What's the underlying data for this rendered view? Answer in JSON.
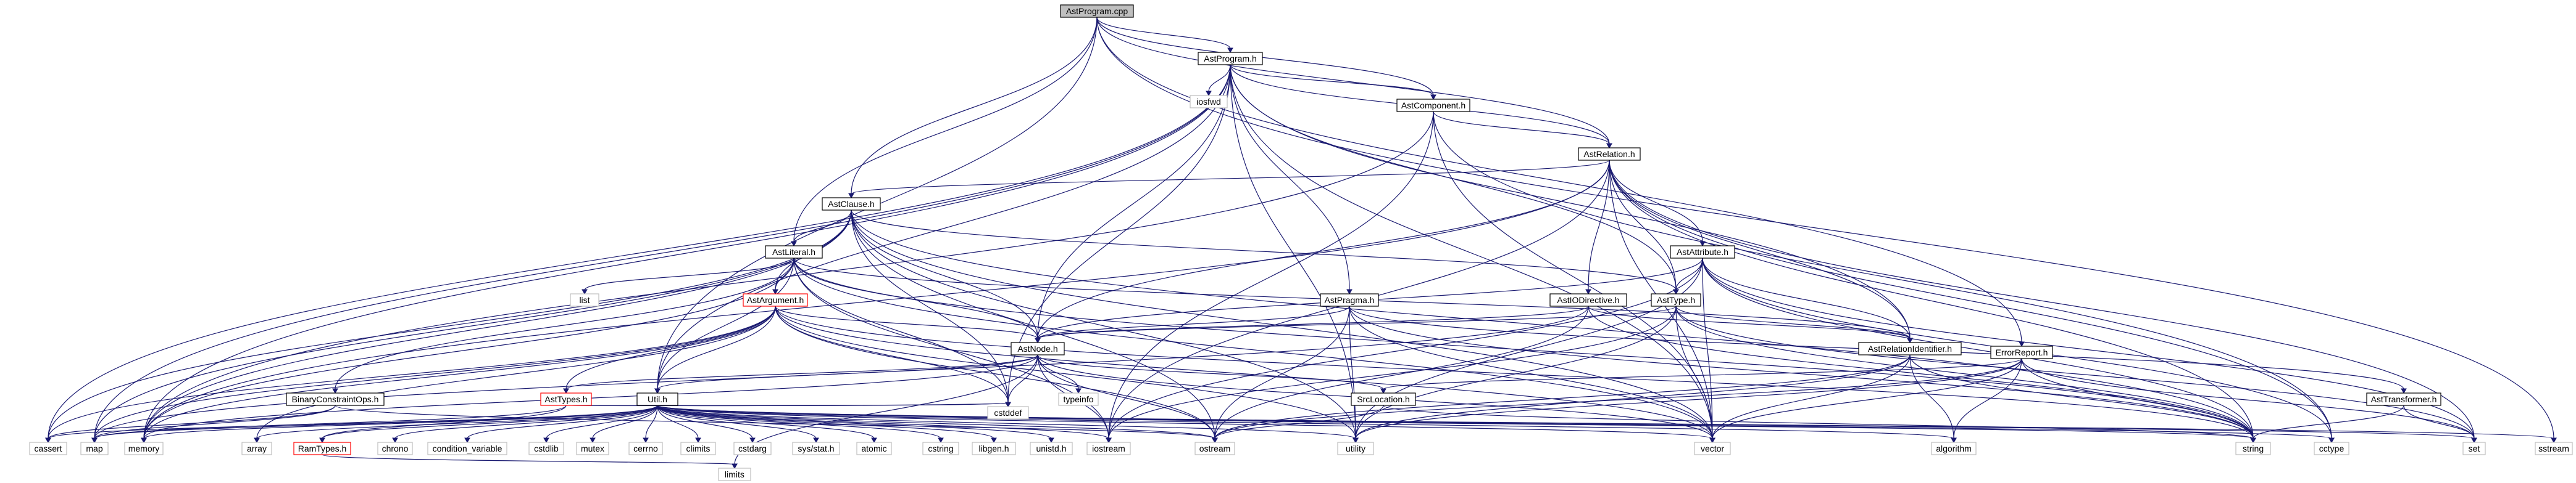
{
  "nodes": {
    "astprogram_cpp": {
      "label": "AstProgram.cpp",
      "style": "root"
    },
    "astprogram_h": {
      "label": "AstProgram.h",
      "style": "linked"
    },
    "iosfwd": {
      "label": "iosfwd",
      "style": "plain"
    },
    "astcomponent_h": {
      "label": "AstComponent.h",
      "style": "linked"
    },
    "astrelation_h": {
      "label": "AstRelation.h",
      "style": "linked"
    },
    "astclause_h": {
      "label": "AstClause.h",
      "style": "linked"
    },
    "astliteral_h": {
      "label": "AstLiteral.h",
      "style": "linked"
    },
    "astattribute_h": {
      "label": "AstAttribute.h",
      "style": "linked"
    },
    "astargument_h": {
      "label": "AstArgument.h",
      "style": "red"
    },
    "astpragma_h": {
      "label": "AstPragma.h",
      "style": "linked"
    },
    "astiodirective_h": {
      "label": "AstIODirective.h",
      "style": "linked"
    },
    "asttype_h": {
      "label": "AstType.h",
      "style": "linked"
    },
    "list": {
      "label": "list",
      "style": "plain"
    },
    "astnode_h": {
      "label": "AstNode.h",
      "style": "linked"
    },
    "astrelid_h": {
      "label": "AstRelationIdentifier.h",
      "style": "linked"
    },
    "errorreport_h": {
      "label": "ErrorReport.h",
      "style": "linked"
    },
    "binconstr_h": {
      "label": "BinaryConstraintOps.h",
      "style": "linked"
    },
    "asttypes_h": {
      "label": "AstTypes.h",
      "style": "red"
    },
    "util_h": {
      "label": "Util.h",
      "style": "linked"
    },
    "cstddef": {
      "label": "cstddef",
      "style": "plain"
    },
    "typeinfo": {
      "label": "typeinfo",
      "style": "plain"
    },
    "srclocation_h": {
      "label": "SrcLocation.h",
      "style": "linked"
    },
    "asttransformer_h": {
      "label": "AstTransformer.h",
      "style": "linked"
    },
    "cassert": {
      "label": "cassert",
      "style": "plain"
    },
    "map": {
      "label": "map",
      "style": "plain"
    },
    "memory": {
      "label": "memory",
      "style": "plain"
    },
    "array": {
      "label": "array",
      "style": "plain"
    },
    "ramtypes_h": {
      "label": "RamTypes.h",
      "style": "red"
    },
    "chrono": {
      "label": "chrono",
      "style": "plain"
    },
    "condvar": {
      "label": "condition_variable",
      "style": "plain"
    },
    "cstdlib": {
      "label": "cstdlib",
      "style": "plain"
    },
    "mutex": {
      "label": "mutex",
      "style": "plain"
    },
    "cerrno": {
      "label": "cerrno",
      "style": "plain"
    },
    "climits": {
      "label": "climits",
      "style": "plain"
    },
    "cstdarg": {
      "label": "cstdarg",
      "style": "plain"
    },
    "sysstat_h": {
      "label": "sys/stat.h",
      "style": "plain"
    },
    "atomic": {
      "label": "atomic",
      "style": "plain"
    },
    "cstring": {
      "label": "cstring",
      "style": "plain"
    },
    "libgen_h": {
      "label": "libgen.h",
      "style": "plain"
    },
    "unistd_h": {
      "label": "unistd.h",
      "style": "plain"
    },
    "iostream": {
      "label": "iostream",
      "style": "plain"
    },
    "ostream": {
      "label": "ostream",
      "style": "plain"
    },
    "utility": {
      "label": "utility",
      "style": "plain"
    },
    "vector": {
      "label": "vector",
      "style": "plain"
    },
    "algorithm": {
      "label": "algorithm",
      "style": "plain"
    },
    "string": {
      "label": "string",
      "style": "plain"
    },
    "set": {
      "label": "set",
      "style": "plain"
    },
    "cctype": {
      "label": "cctype",
      "style": "plain"
    },
    "sstream": {
      "label": "sstream",
      "style": "plain"
    },
    "limits": {
      "label": "limits",
      "style": "plain"
    }
  },
  "edges": [
    [
      "astprogram_cpp",
      "astprogram_h"
    ],
    [
      "astprogram_cpp",
      "astcomponent_h"
    ],
    [
      "astprogram_cpp",
      "astrelation_h"
    ],
    [
      "astprogram_cpp",
      "astclause_h"
    ],
    [
      "astprogram_cpp",
      "errorreport_h"
    ],
    [
      "astprogram_cpp",
      "sstream"
    ],
    [
      "astprogram_cpp",
      "astliteral_h"
    ],
    [
      "astprogram_cpp",
      "util_h"
    ],
    [
      "astprogram_h",
      "iosfwd"
    ],
    [
      "astprogram_h",
      "astcomponent_h"
    ],
    [
      "astprogram_h",
      "astrelation_h"
    ],
    [
      "astprogram_h",
      "astpragma_h"
    ],
    [
      "astprogram_h",
      "asttype_h"
    ],
    [
      "astprogram_h",
      "astnode_h"
    ],
    [
      "astprogram_h",
      "astrelid_h"
    ],
    [
      "astprogram_h",
      "util_h"
    ],
    [
      "astprogram_h",
      "cassert"
    ],
    [
      "astprogram_h",
      "map"
    ],
    [
      "astprogram_h",
      "memory"
    ],
    [
      "astprogram_h",
      "utility"
    ],
    [
      "astprogram_h",
      "vector"
    ],
    [
      "astprogram_h",
      "cstddef"
    ],
    [
      "astcomponent_h",
      "astrelation_h"
    ],
    [
      "astcomponent_h",
      "memory"
    ],
    [
      "astcomponent_h",
      "vector"
    ],
    [
      "astcomponent_h",
      "iostream"
    ],
    [
      "astcomponent_h",
      "cctype"
    ],
    [
      "astrelation_h",
      "astclause_h"
    ],
    [
      "astrelation_h",
      "astattribute_h"
    ],
    [
      "astrelation_h",
      "astiodirective_h"
    ],
    [
      "astrelation_h",
      "asttype_h"
    ],
    [
      "astrelation_h",
      "astnode_h"
    ],
    [
      "astrelation_h",
      "astrelid_h"
    ],
    [
      "astrelation_h",
      "memory"
    ],
    [
      "astrelation_h",
      "set"
    ],
    [
      "astrelation_h",
      "string"
    ],
    [
      "astrelation_h",
      "vector"
    ],
    [
      "astrelation_h",
      "iostream"
    ],
    [
      "astrelation_h",
      "cctype"
    ],
    [
      "astclause_h",
      "astliteral_h"
    ],
    [
      "astclause_h",
      "astargument_h"
    ],
    [
      "astclause_h",
      "astnode_h"
    ],
    [
      "astclause_h",
      "asttype_h"
    ],
    [
      "astclause_h",
      "cassert"
    ],
    [
      "astclause_h",
      "map"
    ],
    [
      "astclause_h",
      "memory"
    ],
    [
      "astclause_h",
      "vector"
    ],
    [
      "astclause_h",
      "string"
    ],
    [
      "astclause_h",
      "utility"
    ],
    [
      "astclause_h",
      "ostream"
    ],
    [
      "astclause_h",
      "cstddef"
    ],
    [
      "astliteral_h",
      "astargument_h"
    ],
    [
      "astliteral_h",
      "astnode_h"
    ],
    [
      "astliteral_h",
      "list"
    ],
    [
      "astliteral_h",
      "binconstr_h"
    ],
    [
      "astliteral_h",
      "util_h"
    ],
    [
      "astliteral_h",
      "memory"
    ],
    [
      "astliteral_h",
      "string"
    ],
    [
      "astliteral_h",
      "vector"
    ],
    [
      "astliteral_h",
      "iostream"
    ],
    [
      "astliteral_h",
      "cstddef"
    ],
    [
      "astliteral_h",
      "astrelid_h"
    ],
    [
      "astattribute_h",
      "asttype_h"
    ],
    [
      "astattribute_h",
      "astnode_h"
    ],
    [
      "astattribute_h",
      "astrelid_h"
    ],
    [
      "astattribute_h",
      "string"
    ],
    [
      "astattribute_h",
      "vector"
    ],
    [
      "astattribute_h",
      "set"
    ],
    [
      "astattribute_h",
      "cctype"
    ],
    [
      "astattribute_h",
      "utility"
    ],
    [
      "astattribute_h",
      "iostream"
    ],
    [
      "astargument_h",
      "astnode_h"
    ],
    [
      "astargument_h",
      "asttypes_h"
    ],
    [
      "astargument_h",
      "util_h"
    ],
    [
      "astargument_h",
      "cassert"
    ],
    [
      "astargument_h",
      "map"
    ],
    [
      "astargument_h",
      "memory"
    ],
    [
      "astargument_h",
      "string"
    ],
    [
      "astargument_h",
      "vector"
    ],
    [
      "astargument_h",
      "cstddef"
    ],
    [
      "astargument_h",
      "array"
    ],
    [
      "astargument_h",
      "utility"
    ],
    [
      "astargument_h",
      "ostream"
    ],
    [
      "astpragma_h",
      "astnode_h"
    ],
    [
      "astpragma_h",
      "asttransformer_h"
    ],
    [
      "astpragma_h",
      "string"
    ],
    [
      "astpragma_h",
      "utility"
    ],
    [
      "astpragma_h",
      "ostream"
    ],
    [
      "astpragma_h",
      "vector"
    ],
    [
      "astiodirective_h",
      "astnode_h"
    ],
    [
      "astiodirective_h",
      "astrelid_h"
    ],
    [
      "astiodirective_h",
      "map"
    ],
    [
      "astiodirective_h",
      "string"
    ],
    [
      "astiodirective_h",
      "ostream"
    ],
    [
      "asttype_h",
      "astnode_h"
    ],
    [
      "asttype_h",
      "astrelid_h"
    ],
    [
      "asttype_h",
      "set"
    ],
    [
      "asttype_h",
      "string"
    ],
    [
      "asttype_h",
      "vector"
    ],
    [
      "asttype_h",
      "iostream"
    ],
    [
      "asttype_h",
      "utility"
    ],
    [
      "astnode_h",
      "asttypes_h"
    ],
    [
      "astnode_h",
      "srclocation_h"
    ],
    [
      "astnode_h",
      "util_h"
    ],
    [
      "astnode_h",
      "typeinfo"
    ],
    [
      "astnode_h",
      "cstddef"
    ],
    [
      "astnode_h",
      "memory"
    ],
    [
      "astnode_h",
      "vector"
    ],
    [
      "astnode_h",
      "ostream"
    ],
    [
      "astnode_h",
      "iostream"
    ],
    [
      "astnode_h",
      "limits"
    ],
    [
      "astrelid_h",
      "string"
    ],
    [
      "astrelid_h",
      "vector"
    ],
    [
      "astrelid_h",
      "algorithm"
    ],
    [
      "astrelid_h",
      "ostream"
    ],
    [
      "astrelid_h",
      "utility"
    ],
    [
      "errorreport_h",
      "srclocation_h"
    ],
    [
      "errorreport_h",
      "string"
    ],
    [
      "errorreport_h",
      "set"
    ],
    [
      "errorreport_h",
      "algorithm"
    ],
    [
      "errorreport_h",
      "vector"
    ],
    [
      "errorreport_h",
      "utility"
    ],
    [
      "errorreport_h",
      "ostream"
    ],
    [
      "binconstr_h",
      "cassert"
    ],
    [
      "binconstr_h",
      "map"
    ],
    [
      "binconstr_h",
      "ostream"
    ],
    [
      "asttypes_h",
      "ramtypes_h"
    ],
    [
      "asttypes_h",
      "cstddef"
    ],
    [
      "asttypes_h",
      "map"
    ],
    [
      "util_h",
      "cassert"
    ],
    [
      "util_h",
      "map"
    ],
    [
      "util_h",
      "memory"
    ],
    [
      "util_h",
      "array"
    ],
    [
      "util_h",
      "ramtypes_h"
    ],
    [
      "util_h",
      "chrono"
    ],
    [
      "util_h",
      "condvar"
    ],
    [
      "util_h",
      "cstdlib"
    ],
    [
      "util_h",
      "mutex"
    ],
    [
      "util_h",
      "cerrno"
    ],
    [
      "util_h",
      "climits"
    ],
    [
      "util_h",
      "cstdarg"
    ],
    [
      "util_h",
      "sysstat_h"
    ],
    [
      "util_h",
      "atomic"
    ],
    [
      "util_h",
      "cstring"
    ],
    [
      "util_h",
      "libgen_h"
    ],
    [
      "util_h",
      "unistd_h"
    ],
    [
      "util_h",
      "iostream"
    ],
    [
      "util_h",
      "ostream"
    ],
    [
      "util_h",
      "utility"
    ],
    [
      "util_h",
      "vector"
    ],
    [
      "util_h",
      "algorithm"
    ],
    [
      "util_h",
      "string"
    ],
    [
      "util_h",
      "set"
    ],
    [
      "util_h",
      "cctype"
    ],
    [
      "util_h",
      "sstream"
    ],
    [
      "util_h",
      "cstddef"
    ],
    [
      "ramtypes_h",
      "limits"
    ],
    [
      "srclocation_h",
      "string"
    ],
    [
      "srclocation_h",
      "ostream"
    ],
    [
      "asttransformer_h",
      "string"
    ],
    [
      "asttransformer_h",
      "set"
    ]
  ]
}
